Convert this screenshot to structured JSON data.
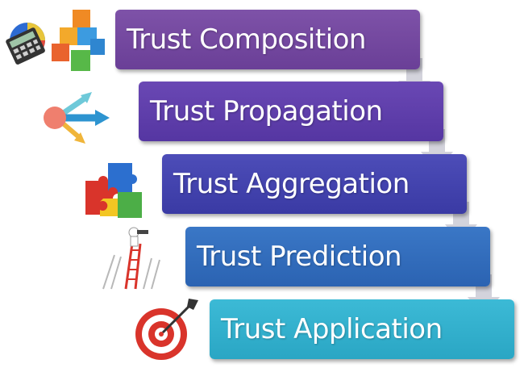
{
  "steps": [
    {
      "label": "Trust Composition",
      "color_top": "#7e52a8",
      "color_bottom": "#6a3f97",
      "icon": "calculator-chart-blocks-icon"
    },
    {
      "label": "Trust Propagation",
      "color_top": "#6a48b4",
      "color_bottom": "#5536a2",
      "icon": "propagation-arrows-icon"
    },
    {
      "label": "Trust Aggregation",
      "color_top": "#4d4db8",
      "color_bottom": "#3a3aa4",
      "icon": "puzzle-pieces-icon"
    },
    {
      "label": "Trust Prediction",
      "color_top": "#3a77c6",
      "color_bottom": "#2b63b2",
      "icon": "ladder-telescope-icon"
    },
    {
      "label": "Trust Application",
      "color_top": "#3cbad6",
      "color_bottom": "#2aa6c4",
      "icon": "target-dart-icon"
    }
  ],
  "connector_color": "#d3d3dc"
}
